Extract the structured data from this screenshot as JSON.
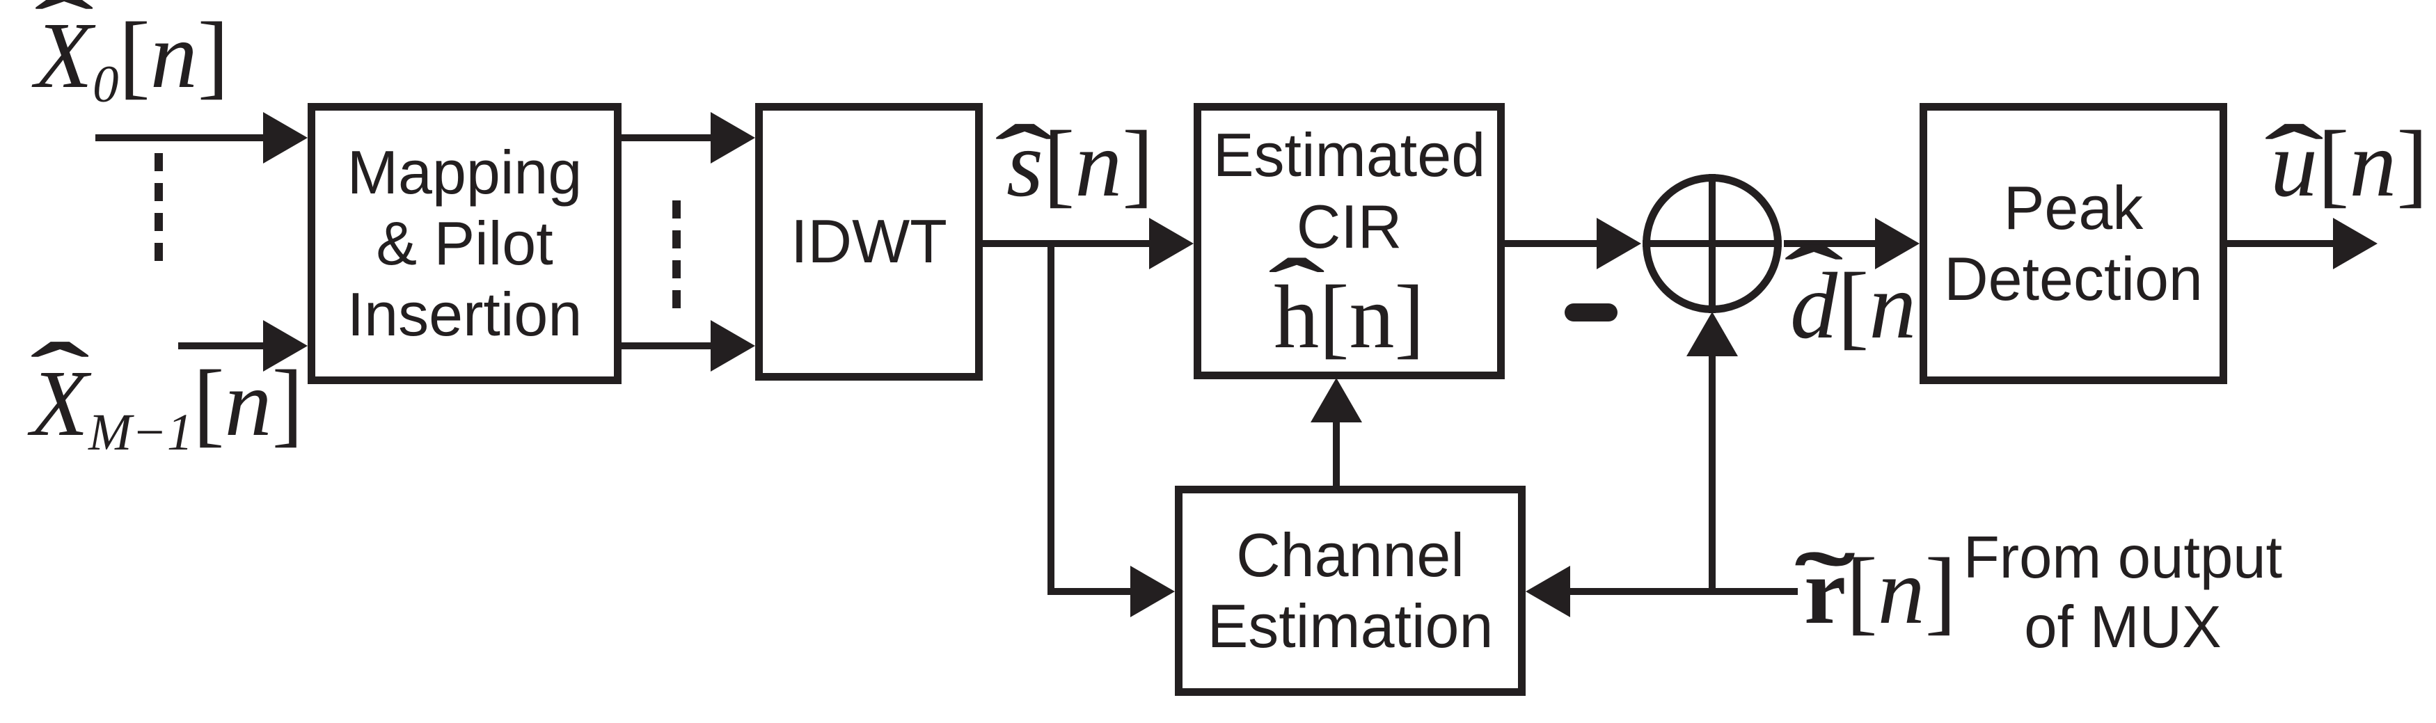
{
  "figure": {
    "type": "block-diagram",
    "description": "Wavelet-OFDM receiver channel estimation / peak detection block diagram",
    "background_color": "#ffffff",
    "ink_color": "#231f20"
  },
  "blocks": {
    "mapping": {
      "lines": [
        "Mapping",
        "& Pilot",
        "Insertion"
      ]
    },
    "idwt": {
      "lines": [
        "IDWT"
      ]
    },
    "estimated_cir": {
      "lines": [
        "Estimated",
        "CIR"
      ],
      "math": {
        "hat": "ˆ",
        "base": "h",
        "open": "[",
        "var": "n",
        "close": "]"
      }
    },
    "peak": {
      "lines": [
        "Peak",
        "Detection"
      ]
    },
    "channel_estimation": {
      "lines": [
        "Channel",
        "Estimation"
      ]
    }
  },
  "labels": {
    "x0": {
      "hat": "ˆ",
      "base": "X",
      "sub": "0",
      "open": "[",
      "var": "n",
      "close": "]"
    },
    "xm1": {
      "hat": "ˆ",
      "base": "X",
      "sub": "M−1",
      "open": "[",
      "var": "n",
      "close": "]"
    },
    "s_hat": {
      "hat": "ˆ",
      "base": "s",
      "open": "[",
      "var": "n",
      "close": "]"
    },
    "d_hat": {
      "hat": "ˆ",
      "base": "d",
      "open": "[",
      "var": "n",
      "close": "]"
    },
    "u_hat": {
      "hat": "ˆ",
      "base": "u",
      "open": "[",
      "var": "n",
      "close": "]"
    },
    "r_tilde": {
      "hat": "˜",
      "base": "r",
      "open": "[",
      "var": "n",
      "close": "]"
    }
  },
  "annotations": {
    "mux_note_line1": "From output",
    "mux_note_line2": "of MUX",
    "adder_minus": "−"
  }
}
